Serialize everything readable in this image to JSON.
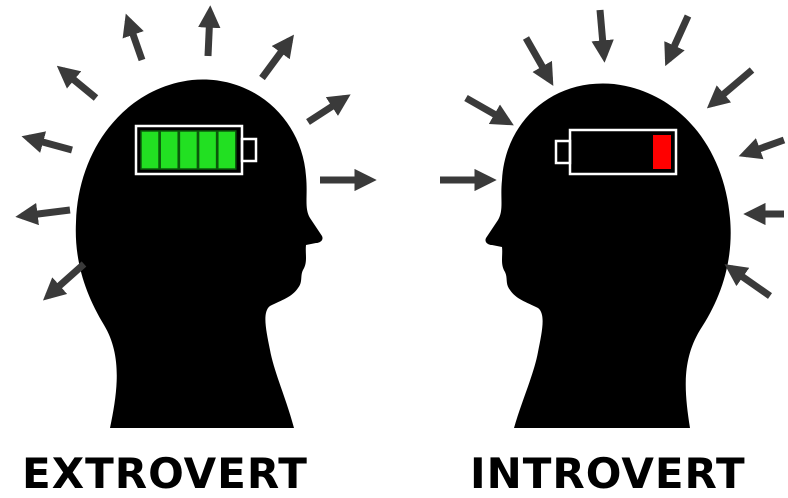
{
  "labels": {
    "left": "EXTROVERT",
    "right": "INTROVERT"
  },
  "extrovert": {
    "battery_level_segments": 5,
    "battery_total_segments": 5,
    "battery_color": "#22e022",
    "arrow_direction": "outward"
  },
  "introvert": {
    "battery_level_segments": 1,
    "battery_total_segments": 5,
    "battery_color": "#ff0000",
    "arrow_direction": "inward"
  },
  "colors": {
    "head": "#000000",
    "arrow": "#3a3a3a",
    "battery_outline": "#ffffff",
    "background": "#ffffff"
  },
  "icons": [
    "head-silhouette-icon",
    "battery-icon",
    "arrow-icon"
  ]
}
